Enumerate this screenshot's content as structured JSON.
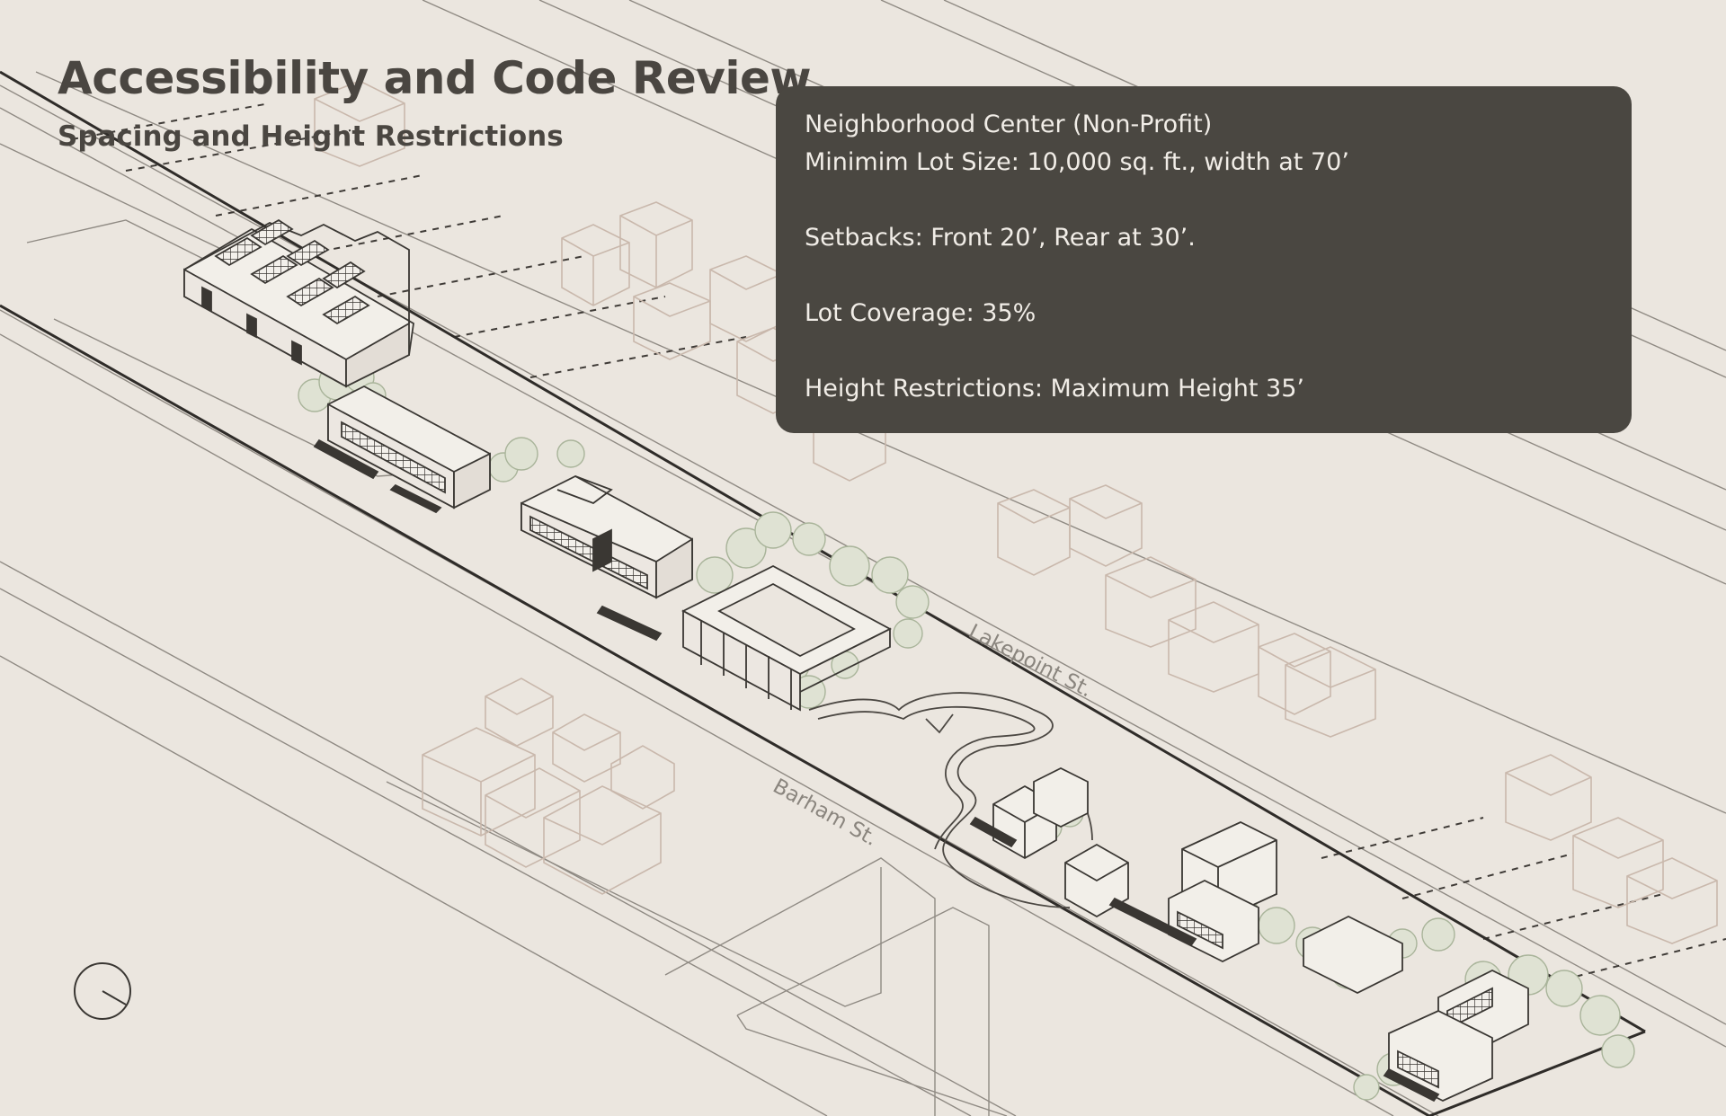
{
  "header": {
    "title": "Accessibility and Code Review",
    "subtitle": "Spacing and Height Restrictions"
  },
  "info_box": {
    "lines": [
      "Neighborhood Center (Non-Profit)",
      "Minimim Lot Size:  10,000 sq. ft., width at 70’",
      "Setbacks: Front 20’, Rear at 30’.",
      "Lot Coverage: 35%",
      "Height Restrictions: Maximum Height 35’"
    ]
  },
  "streets": {
    "upper": "Lakepoint St.",
    "lower": "Barham St."
  },
  "icons": [
    "north-arrow-icon"
  ],
  "colors": {
    "background": "#ebe6df",
    "text_dark": "#4a4641",
    "info_box_bg": "#4a4741",
    "info_box_text": "#f1ede7",
    "linework": "#5a5650",
    "house_outline": "#c9b8ac",
    "vegetation": "#a9b49a"
  }
}
